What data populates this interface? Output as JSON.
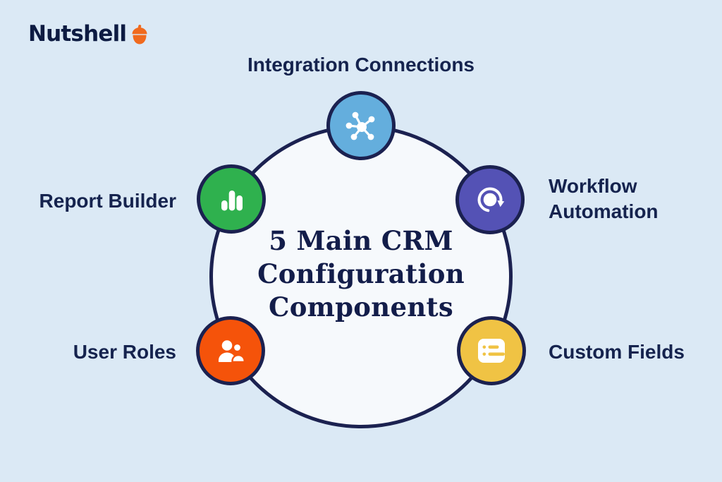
{
  "theme": {
    "background": "#dbe9f5",
    "ring_fill": "#f6f9fc",
    "outline_navy": "#1b2150",
    "title_color": "#131d4a",
    "label_color": "#15234e"
  },
  "logo": {
    "brand": "Nutshell",
    "text_color": "#0d1b42",
    "acorn_color": "#f06a1e"
  },
  "diagram": {
    "title_lines": [
      "5 Main CRM",
      "Configuration",
      "Components"
    ]
  },
  "nodes": [
    {
      "id": "integration-connections",
      "label": "Integration Connections",
      "color": "#64aedd",
      "icon": "network-hub-icon"
    },
    {
      "id": "workflow-automation",
      "label": "Workflow Automation",
      "color": "#5452b5",
      "icon": "automation-loop-icon"
    },
    {
      "id": "custom-fields",
      "label": "Custom Fields",
      "color": "#f0c344",
      "icon": "list-fields-icon"
    },
    {
      "id": "user-roles",
      "label": "User Roles",
      "color": "#f5530a",
      "icon": "users-icon"
    },
    {
      "id": "report-builder",
      "label": "Report Builder",
      "color": "#2fb14e",
      "icon": "bar-chart-icon"
    }
  ]
}
